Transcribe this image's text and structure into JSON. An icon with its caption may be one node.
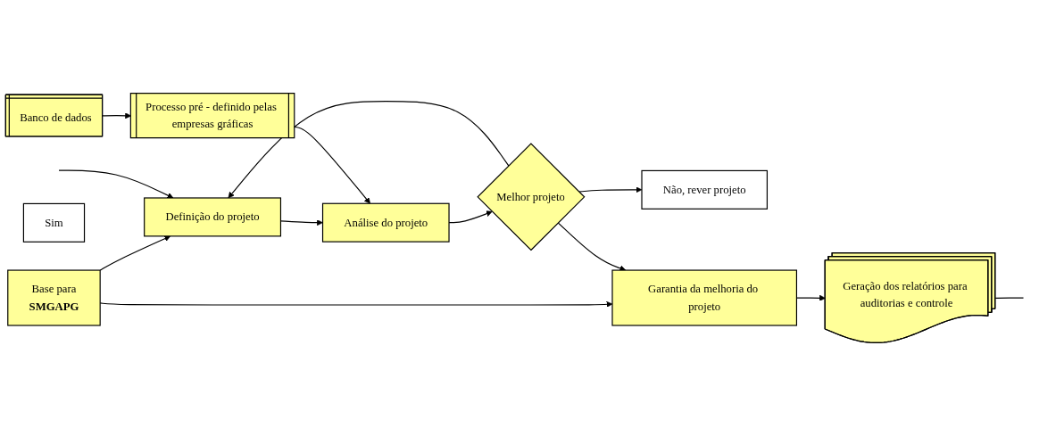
{
  "diagram": {
    "nodes": [
      {
        "text": [
          "Não, rever projeto"
        ]
      },
      {
        "text": [
          "Melhor projeto"
        ]
      },
      {
        "text": [
          "Sim"
        ]
      },
      {
        "text": [
          "Base para",
          "SMGAPG"
        ]
      },
      {
        "text": [
          "Definição do projeto"
        ]
      },
      {
        "text": [
          "Análise do projeto"
        ]
      },
      {
        "text": [
          "Garantia da melhoria do projeto"
        ]
      },
      {
        "text": [
          "Processo pré - definido pelas empresas gráficas"
        ]
      },
      {
        "text": [
          "Banco de dados"
        ]
      },
      {
        "text": [
          "Geração dos relatórios para auditorias e controle"
        ]
      }
    ],
    "edges": [
      {
        "from": 3,
        "to": 4,
        "arrow": "to"
      },
      {
        "from": 3,
        "to": 6,
        "arrow": "to"
      },
      {
        "from": 1,
        "to": 0,
        "arrow": "to"
      },
      {
        "from": 1,
        "to": 4,
        "arrow": "to"
      },
      {
        "from": 1,
        "to": 6,
        "arrow": "to"
      },
      {
        "from": 4,
        "to": 5,
        "arrow": "to"
      },
      {
        "from": 5,
        "to": 1,
        "arrow": "to"
      },
      {
        "from": 7,
        "to": 5,
        "arrow": "to"
      },
      {
        "from": 8,
        "to": 7,
        "arrow": "to"
      },
      {
        "from": 6,
        "to": 9,
        "arrow": "to"
      },
      {
        "from": null,
        "to": 4,
        "arrow": "to"
      },
      {
        "from": 9,
        "to": null,
        "arrow": "none"
      }
    ]
  }
}
